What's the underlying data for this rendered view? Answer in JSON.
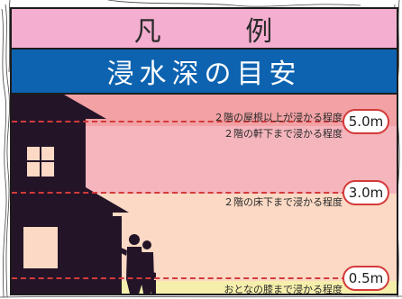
{
  "legend": {
    "title_chars": [
      "凡",
      "例"
    ],
    "subtitle": "浸水深の目安",
    "colors": {
      "title_bg": "#f4aed0",
      "subtitle_bg": "#0d63b0",
      "band_over_5m": "#f2a1a4",
      "band_3_to_5m": "#f5b5bd",
      "band_05_to_3m": "#fbd9c4",
      "band_under_05m": "#f6efab",
      "dash_line": "#d43a3a",
      "silhouette": "#231428"
    },
    "levels": [
      {
        "depth": "5.0m",
        "descriptions": [
          "２階の屋根以上が浸かる程度",
          "２階の軒下まで浸かる程度"
        ]
      },
      {
        "depth": "3.0m",
        "descriptions": [
          "２階の床下まで浸かる程度"
        ]
      },
      {
        "depth": "0.5m",
        "descriptions": [
          "おとなの膝まで浸かる程度"
        ]
      }
    ]
  }
}
